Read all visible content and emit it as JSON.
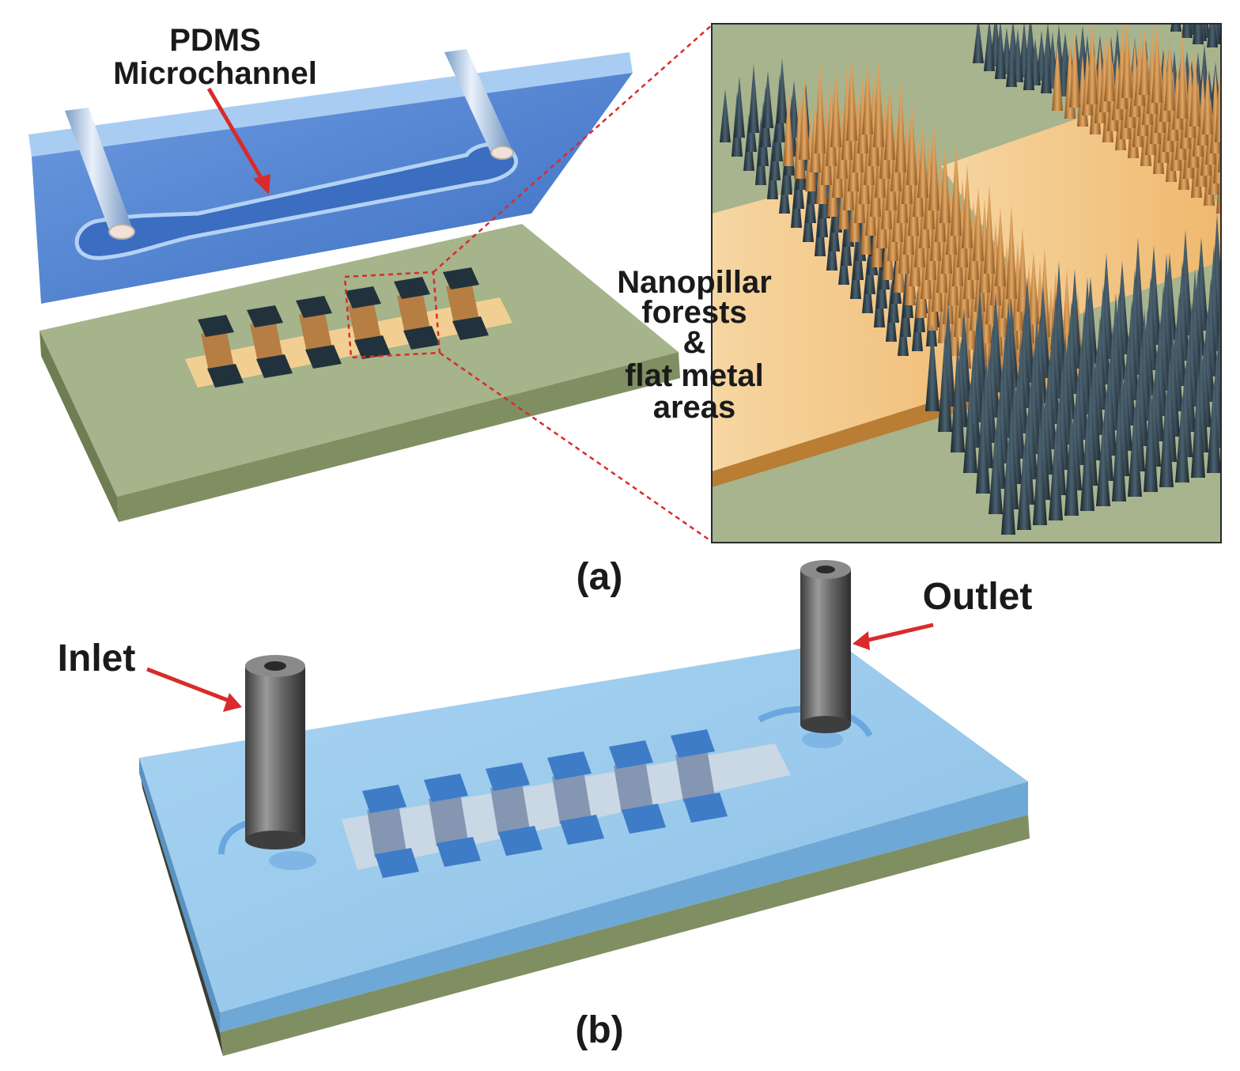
{
  "panel_a": {
    "label": "(a)",
    "pdms_label_line1": "PDMS",
    "pdms_label_line2": "Microchannel",
    "zoom_label_lines": [
      "Nanopillar",
      "forests",
      "&",
      "flat metal",
      "areas"
    ]
  },
  "panel_b": {
    "label": "(b)",
    "inlet_label": "Inlet",
    "outlet_label": "Outlet"
  },
  "colors": {
    "substrate_top": "#a5b48a",
    "substrate_side": "#7f8f62",
    "pdms_blue": "#5f8fd6",
    "metal_strip": "#f1cf93",
    "nanopillar_gold": "#c88a4d",
    "nanopillar_dark": "#2c3b45",
    "arrow_red": "#d92b2b"
  }
}
